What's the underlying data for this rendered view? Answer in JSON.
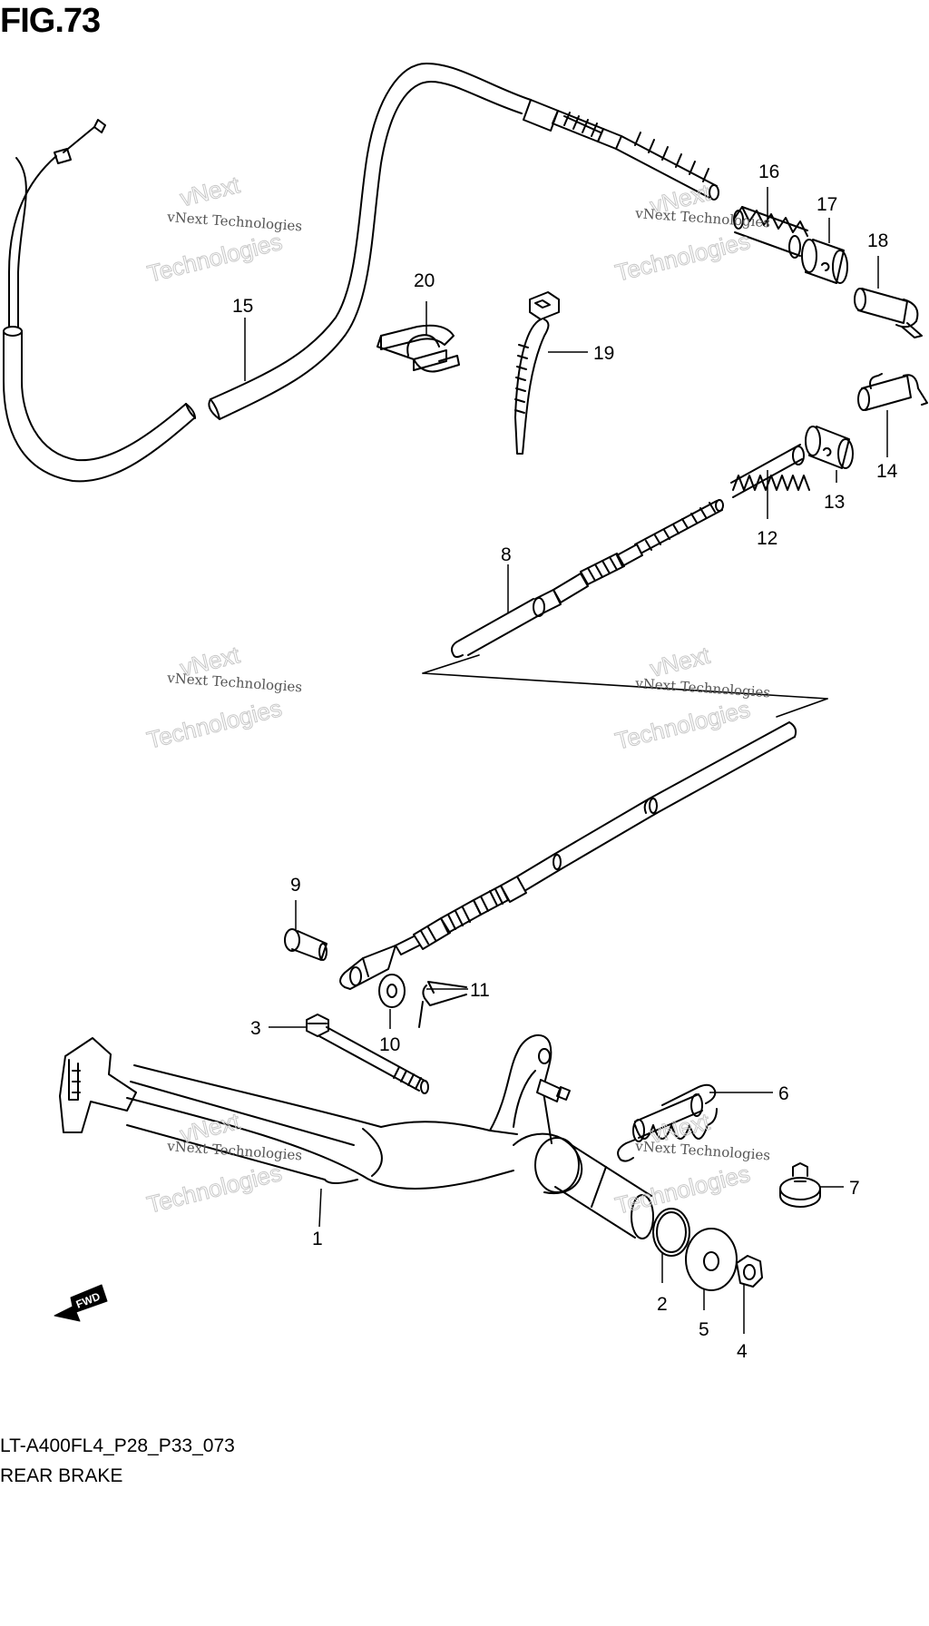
{
  "figure": {
    "title": "FIG.73",
    "code": "LT-A400FL4_P28_P33_073",
    "name": "REAR BRAKE"
  },
  "watermark": {
    "line1": "vNext Technologies",
    "line2": "vNext",
    "line3": "Technologies"
  },
  "fwd_label": "FWD",
  "parts": [
    {
      "no": "1"
    },
    {
      "no": "2"
    },
    {
      "no": "3"
    },
    {
      "no": "4"
    },
    {
      "no": "5"
    },
    {
      "no": "6"
    },
    {
      "no": "7"
    },
    {
      "no": "8"
    },
    {
      "no": "9"
    },
    {
      "no": "10"
    },
    {
      "no": "11"
    },
    {
      "no": "12"
    },
    {
      "no": "13"
    },
    {
      "no": "14"
    },
    {
      "no": "15"
    },
    {
      "no": "16"
    },
    {
      "no": "17"
    },
    {
      "no": "18"
    },
    {
      "no": "19"
    },
    {
      "no": "20"
    }
  ],
  "colors": {
    "line": "#000000",
    "background": "#ffffff",
    "watermark": "#c8c8c8"
  }
}
